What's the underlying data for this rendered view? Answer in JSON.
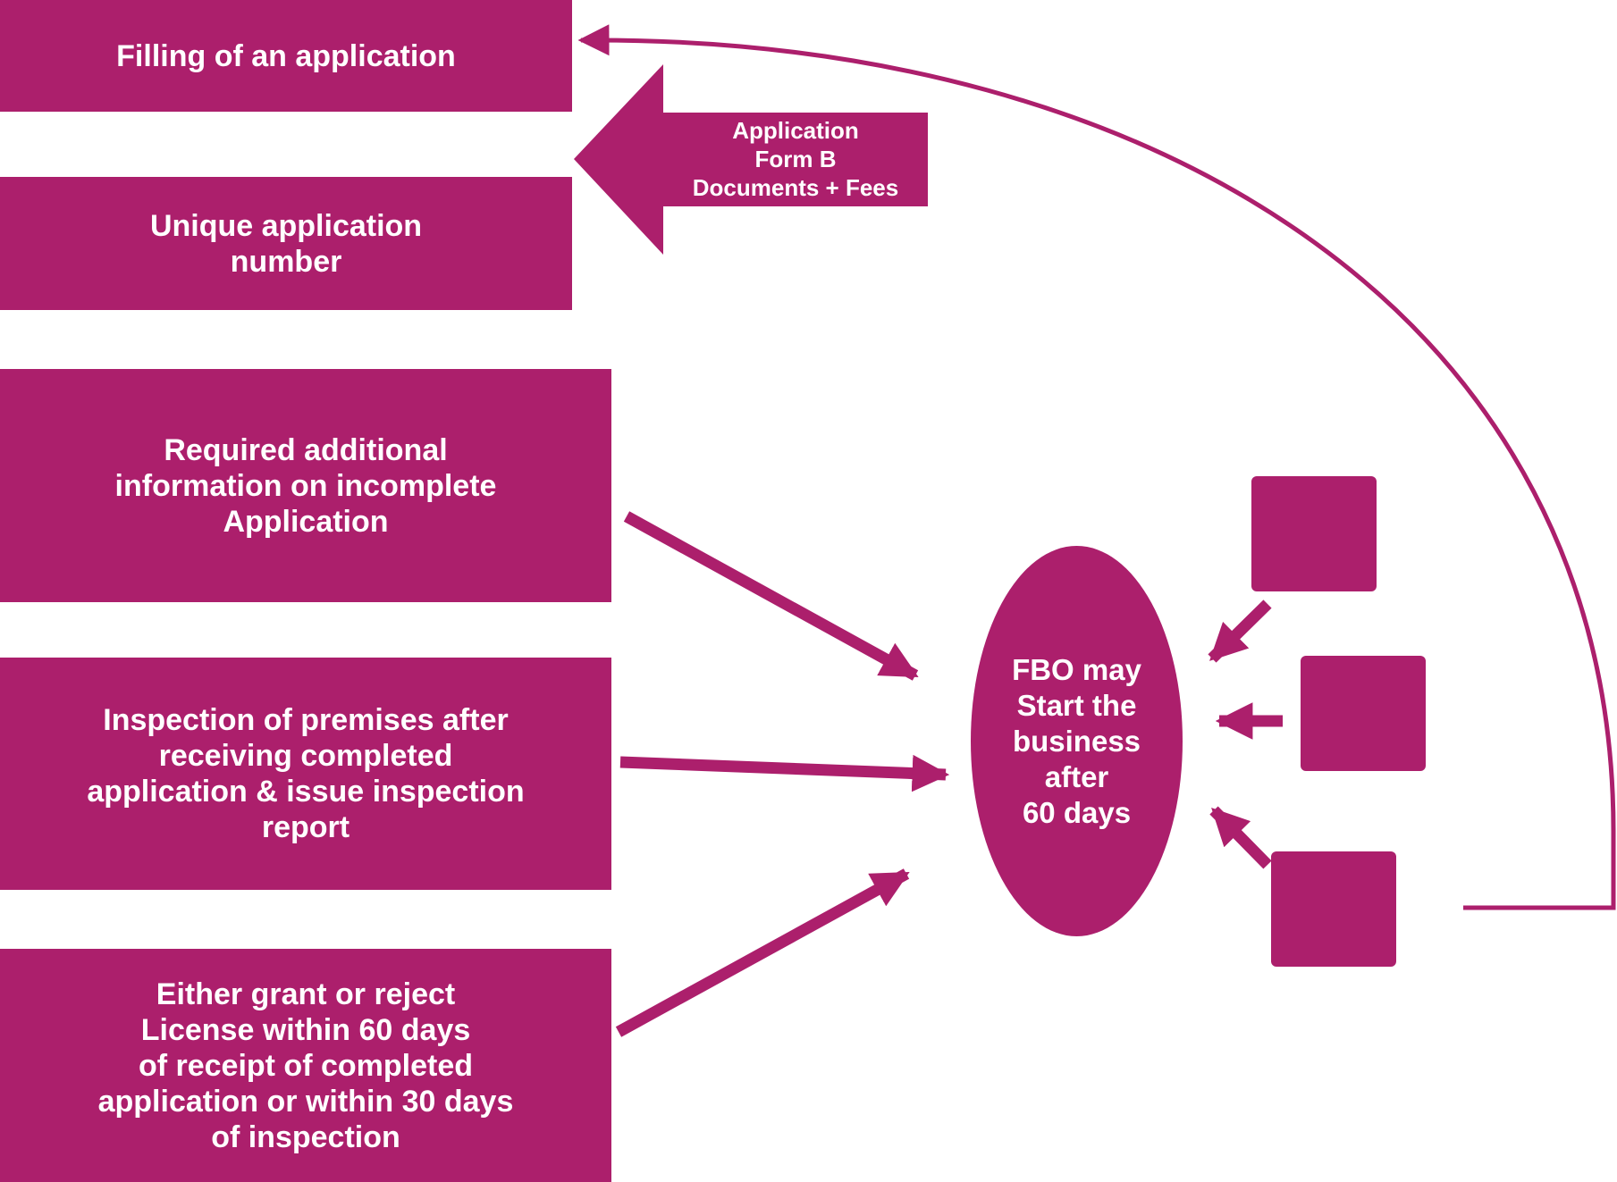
{
  "colors": {
    "accent": "#AC1F6C",
    "background": "#FFFFFF"
  },
  "left_column": {
    "filling": "Filling of an application",
    "unique": "Unique application\nnumber",
    "required": "Required additional\ninformation on incomplete\nApplication",
    "inspection": "Inspection of premises after\nreceiving completed\napplication & issue inspection\nreport",
    "grant": "Either grant or reject\nLicense within 60 days\nof receipt of completed\napplication or within 30 days\nof inspection"
  },
  "input_arrow": {
    "label": "Application\nForm B\nDocuments + Fees"
  },
  "center": {
    "label": "FBO may\nStart the\nbusiness\nafter\n60 days"
  }
}
